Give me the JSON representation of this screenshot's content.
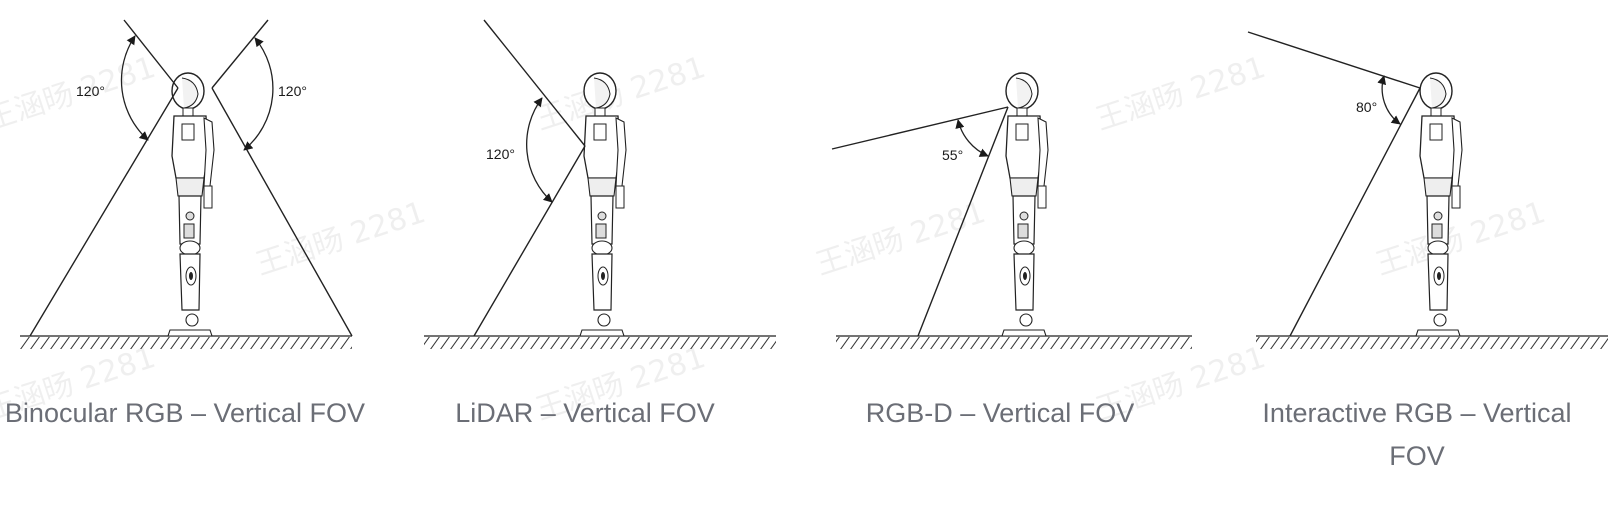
{
  "panels": [
    {
      "caption": "Binocular RGB – Vertical FOV",
      "angles": [
        "120°",
        "120°"
      ]
    },
    {
      "caption": "LiDAR – Vertical FOV",
      "angles": [
        "120°"
      ]
    },
    {
      "caption": "RGB-D – Vertical FOV",
      "angles": [
        "55°"
      ]
    },
    {
      "caption": "Interactive RGB – Vertical FOV",
      "angles": [
        "80°"
      ]
    }
  ],
  "watermark": "王涵旸 2281"
}
